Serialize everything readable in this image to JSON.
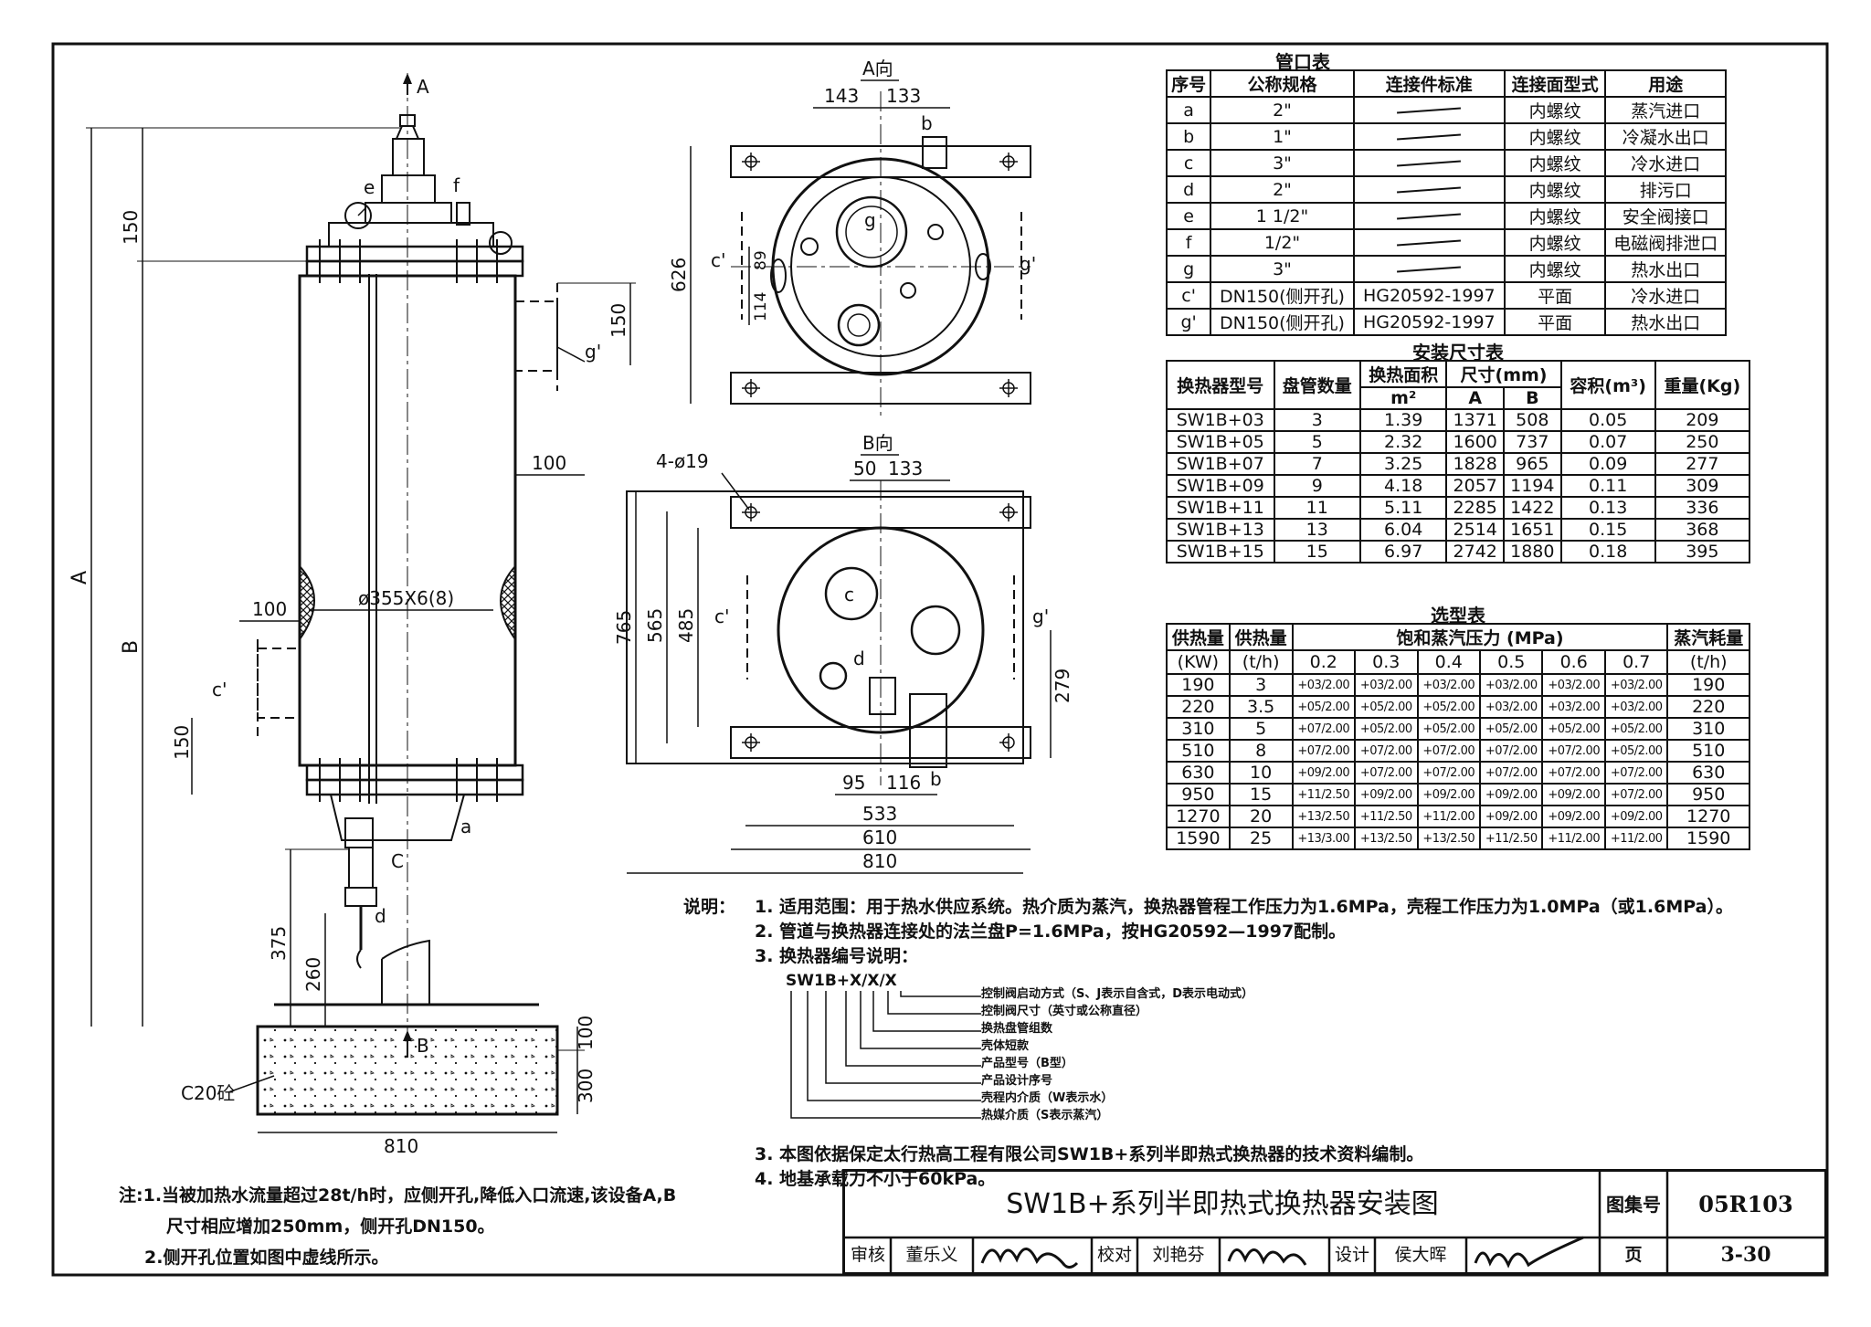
{
  "main_view": {
    "label_A": "A",
    "label_B": "B",
    "arrow_A": "A",
    "arrow_B": "B",
    "dim_150_top": "150",
    "dim_150_side": "150",
    "dim_100_right": "100",
    "dim_100_left": "100",
    "dim_150_low": "150",
    "dim_375": "375",
    "dim_260": "260",
    "dim_100_base": "100",
    "dim_300_base": "300",
    "dim_810_base": "810",
    "shell_label": "ø355X6(8)",
    "port_e": "e",
    "port_f": "f",
    "port_g_prime": "g'",
    "port_c_prime": "c'",
    "port_a": "a",
    "port_c": "C",
    "port_d": "d",
    "concrete": "C20砼"
  },
  "view_a": {
    "title": "A向",
    "dim_143": "143",
    "dim_133": "133",
    "dim_626": "626",
    "dim_89": "89",
    "dim_114": "114",
    "port_b": "b",
    "port_g": "g",
    "port_c_prime": "c'",
    "port_g_prime": "g'"
  },
  "view_b": {
    "title": "B向",
    "holes": "4-ø19",
    "dim_50": "50",
    "dim_133": "133",
    "dim_765": "765",
    "dim_565": "565",
    "dim_485": "485",
    "dim_279": "279",
    "dim_95": "95",
    "dim_116": "116",
    "dim_533": "533",
    "dim_610": "610",
    "dim_810": "810",
    "port_c": "c",
    "port_d": "d",
    "port_b": "b",
    "port_c_prime": "c'",
    "port_g_prime": "g'"
  },
  "nozzle_table": {
    "caption": "管口表",
    "headers": [
      "序号",
      "公称规格",
      "连接件标准",
      "连接面型式",
      "用途"
    ],
    "rows": [
      [
        "a",
        "2\"",
        "",
        "内螺纹",
        "蒸汽进口"
      ],
      [
        "b",
        "1\"",
        "",
        "内螺纹",
        "冷凝水出口"
      ],
      [
        "c",
        "3\"",
        "",
        "内螺纹",
        "冷水进口"
      ],
      [
        "d",
        "2\"",
        "",
        "内螺纹",
        "排污口"
      ],
      [
        "e",
        "1 1/2\"",
        "",
        "内螺纹",
        "安全阀接口"
      ],
      [
        "f",
        "1/2\"",
        "",
        "内螺纹",
        "电磁阀排泄口"
      ],
      [
        "g",
        "3\"",
        "",
        "内螺纹",
        "热水出口"
      ],
      [
        "c'",
        "DN150(侧开孔)",
        "HG20592-1997",
        "平面",
        "冷水进口"
      ],
      [
        "g'",
        "DN150(侧开孔)",
        "HG20592-1997",
        "平面",
        "热水出口"
      ]
    ]
  },
  "install_table": {
    "caption": "安装尺寸表",
    "h_model": "换热器型号",
    "h_coils": "盘管数量",
    "h_area": "换热面积",
    "h_area_unit": "m²",
    "h_size": "尺寸(mm)",
    "h_A": "A",
    "h_B": "B",
    "h_vol": "容积(m³)",
    "h_weight": "重量(Kg)",
    "rows": [
      [
        "SW1B+03",
        "3",
        "1.39",
        "1371",
        "508",
        "0.05",
        "209"
      ],
      [
        "SW1B+05",
        "5",
        "2.32",
        "1600",
        "737",
        "0.07",
        "250"
      ],
      [
        "SW1B+07",
        "7",
        "3.25",
        "1828",
        "965",
        "0.09",
        "277"
      ],
      [
        "SW1B+09",
        "9",
        "4.18",
        "2057",
        "1194",
        "0.11",
        "309"
      ],
      [
        "SW1B+11",
        "11",
        "5.11",
        "2285",
        "1422",
        "0.13",
        "336"
      ],
      [
        "SW1B+13",
        "13",
        "6.04",
        "2514",
        "1651",
        "0.15",
        "368"
      ],
      [
        "SW1B+15",
        "15",
        "6.97",
        "2742",
        "1880",
        "0.18",
        "395"
      ]
    ]
  },
  "select_table": {
    "caption": "选型表",
    "h_heat": "供热量",
    "h_heat_unit": "(KW)",
    "h_flow": "供热量",
    "h_flow_unit": "(t/h)",
    "h_pressure": "饱和蒸汽压力 (MPa)",
    "h_steam": "蒸汽耗量",
    "h_steam_unit": "(t/h)",
    "pressures": [
      "0.2",
      "0.3",
      "0.4",
      "0.5",
      "0.6",
      "0.7"
    ],
    "rows": [
      [
        "190",
        "3",
        "+03/2.00",
        "+03/2.00",
        "+03/2.00",
        "+03/2.00",
        "+03/2.00",
        "+03/2.00",
        "190"
      ],
      [
        "220",
        "3.5",
        "+05/2.00",
        "+05/2.00",
        "+05/2.00",
        "+03/2.00",
        "+03/2.00",
        "+03/2.00",
        "220"
      ],
      [
        "310",
        "5",
        "+07/2.00",
        "+05/2.00",
        "+05/2.00",
        "+05/2.00",
        "+05/2.00",
        "+05/2.00",
        "310"
      ],
      [
        "510",
        "8",
        "+07/2.00",
        "+07/2.00",
        "+07/2.00",
        "+07/2.00",
        "+07/2.00",
        "+05/2.00",
        "510"
      ],
      [
        "630",
        "10",
        "+09/2.00",
        "+07/2.00",
        "+07/2.00",
        "+07/2.00",
        "+07/2.00",
        "+07/2.00",
        "630"
      ],
      [
        "950",
        "15",
        "+11/2.50",
        "+09/2.00",
        "+09/2.00",
        "+09/2.00",
        "+09/2.00",
        "+07/2.00",
        "950"
      ],
      [
        "1270",
        "20",
        "+13/2.50",
        "+11/2.50",
        "+11/2.00",
        "+09/2.00",
        "+09/2.00",
        "+09/2.00",
        "1270"
      ],
      [
        "1590",
        "25",
        "+13/3.00",
        "+13/2.50",
        "+13/2.50",
        "+11/2.50",
        "+11/2.00",
        "+11/2.00",
        "1590"
      ]
    ]
  },
  "notes": {
    "lead": "说明：",
    "n1": "1. 适用范围：用于热水供应系统。热介质为蒸汽，换热器管程工作压力为1.6MPa，壳程工作压力为1.0MPa（或1.6MPa）。",
    "n2": "2. 管道与换热器连接处的法兰盘P=1.6MPa，按HG20592—1997配制。",
    "n3": "3. 换热器编号说明：",
    "code": "SW1B+X/X/X",
    "code_items": [
      "控制阀启动方式（S、J表示自含式，D表示电动式）",
      "控制阀尺寸（英寸或公称直径）",
      "换热盘管组数",
      "壳体短款",
      "产品型号（B型）",
      "产品设计序号",
      "壳程内介质（W表示水）",
      "热媒介质（S表示蒸汽）"
    ],
    "n4": "3. 本图依据保定太行热高工程有限公司SW1B+系列半即热式换热器的技术资料编制。",
    "n5": "4. 地基承载力不小于60kPa。"
  },
  "footnote": {
    "line1": "注:1.当被加热水流量超过28t/h时，应侧开孔,降低入口流速,该设备A,B",
    "line2": "尺寸相应增加250mm，侧开孔DN150。",
    "line3": "2.侧开孔位置如图中虚线所示。"
  },
  "title_block": {
    "title": "SW1B+系列半即热式换热器安装图",
    "atlas_label": "图集号",
    "atlas_no": "05R103",
    "review_label": "审核",
    "reviewer": "董乐义",
    "check_label": "校对",
    "checker": "刘艳芬",
    "design_label": "设计",
    "designer": "侯大晖",
    "page_label": "页",
    "page_no": "3-30"
  }
}
